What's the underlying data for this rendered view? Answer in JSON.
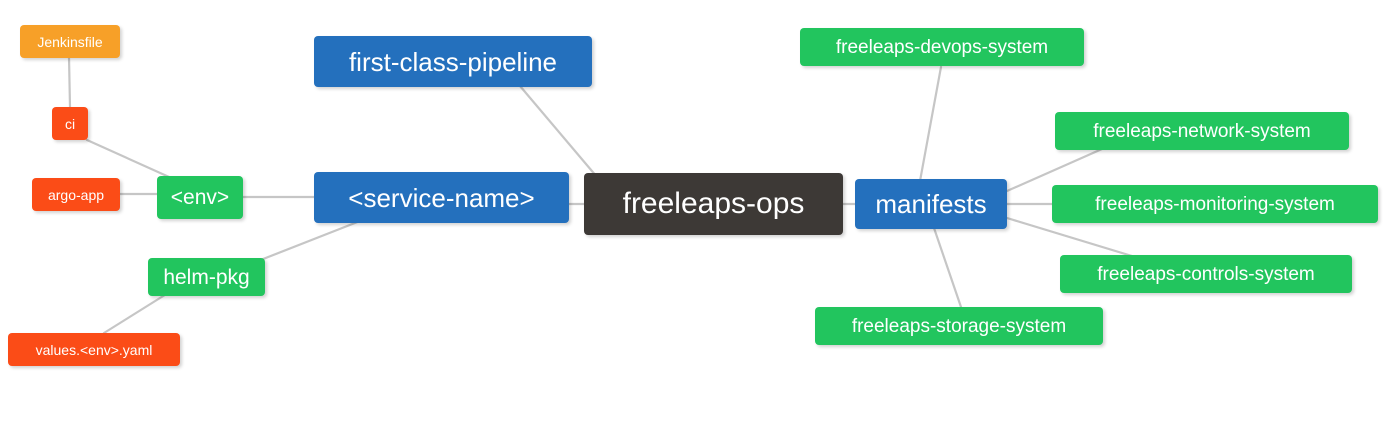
{
  "diagram": {
    "title": "freeleaps-ops repository structure mind map",
    "background": "#ffffff",
    "edge_color": "#c6c6c6",
    "palette": {
      "root": "#3d3936",
      "blue": "#2470bd",
      "green": "#22c55e",
      "orange": "#f7a028",
      "red": "#fb4c17",
      "text": "#ffffff"
    }
  },
  "nodes": {
    "root": {
      "label": "freeleaps-ops"
    },
    "service_name": {
      "label": "<service-name>"
    },
    "first_class_pipeline": {
      "label": "first-class-pipeline"
    },
    "env": {
      "label": "<env>"
    },
    "ci": {
      "label": "ci"
    },
    "jenkinsfile": {
      "label": "Jenkinsfile"
    },
    "argo_app": {
      "label": "argo-app"
    },
    "helm_pkg": {
      "label": "helm-pkg"
    },
    "values_yaml": {
      "label": "values.<env>.yaml"
    },
    "manifests": {
      "label": "manifests"
    },
    "devops_system": {
      "label": "freeleaps-devops-system"
    },
    "network_system": {
      "label": "freeleaps-network-system"
    },
    "monitoring_system": {
      "label": "freeleaps-monitoring-system"
    },
    "controls_system": {
      "label": "freeleaps-controls-system"
    },
    "storage_system": {
      "label": "freeleaps-storage-system"
    }
  },
  "edges": [
    {
      "from": "root",
      "to": "service_name"
    },
    {
      "from": "root",
      "to": "first_class_pipeline"
    },
    {
      "from": "root",
      "to": "manifests"
    },
    {
      "from": "service_name",
      "to": "env"
    },
    {
      "from": "service_name",
      "to": "helm_pkg"
    },
    {
      "from": "env",
      "to": "ci"
    },
    {
      "from": "env",
      "to": "argo_app"
    },
    {
      "from": "ci",
      "to": "jenkinsfile"
    },
    {
      "from": "helm_pkg",
      "to": "values_yaml"
    },
    {
      "from": "manifests",
      "to": "devops_system"
    },
    {
      "from": "manifests",
      "to": "network_system"
    },
    {
      "from": "manifests",
      "to": "monitoring_system"
    },
    {
      "from": "manifests",
      "to": "controls_system"
    },
    {
      "from": "manifests",
      "to": "storage_system"
    }
  ]
}
